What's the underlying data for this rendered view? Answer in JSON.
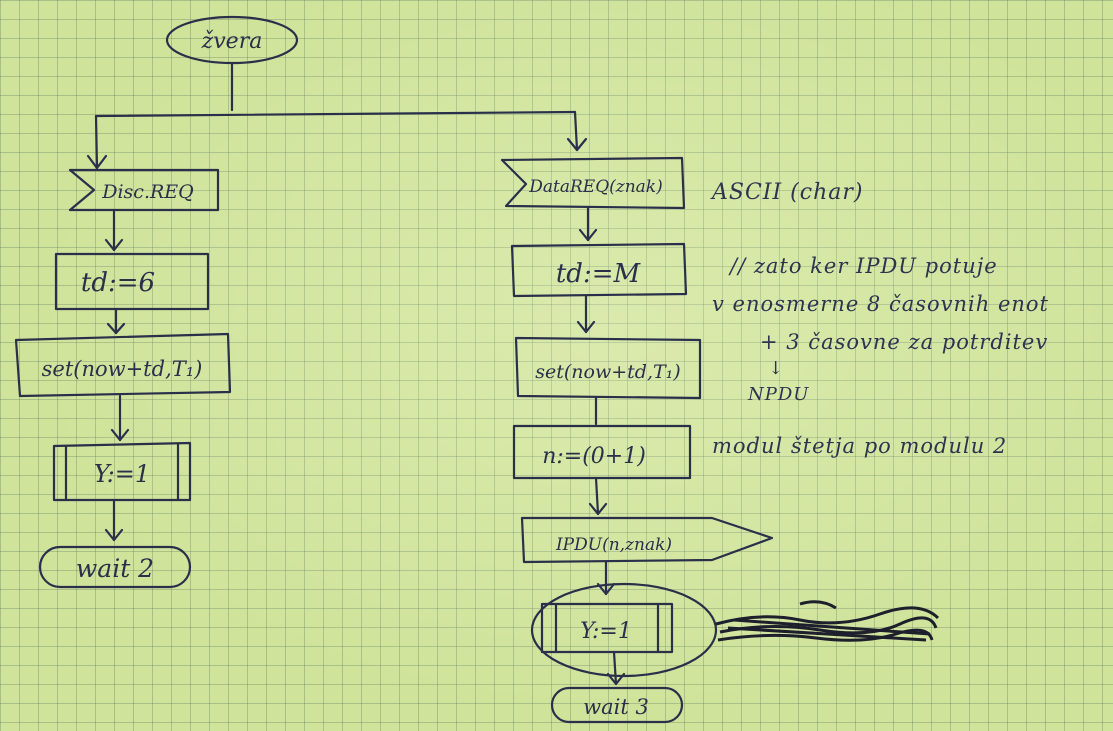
{
  "start": {
    "label": "žvera"
  },
  "left_branch": {
    "signal": "Disc.REQ",
    "assign": "td:=6",
    "set": "set(now+td,T₁)",
    "state": "Y:=1",
    "wait": "wait 2"
  },
  "right_branch": {
    "signal": "DataREQ(znak)",
    "assign": "td:=M",
    "set": "set(now+td,T₁)",
    "counter": "n:=(0+1)",
    "output": "IPDU(n,znak)",
    "state": "Y:=1",
    "wait": "wait 3"
  },
  "notes": {
    "ascii": "ASCII (char)",
    "line1": "// zato ker IPDU potuje",
    "line2": "v enosmerne 8 časovnih enot",
    "line3": "+ 3 časovne za potrditev",
    "arrow": "↓",
    "npdu": "NPDU",
    "modulo": "modul štetja po modulu 2"
  },
  "ink_color": "#2a2f4a",
  "paper_color": "#cfe39a"
}
